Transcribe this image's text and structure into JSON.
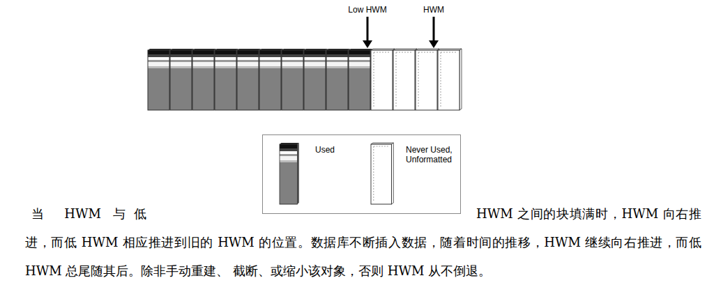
{
  "diagram": {
    "labels": [
      "Low HWM",
      "HWM",
      "当 HWM 与低",
      "HWM 之间的块填满时，HWM 向右推进，而低 HWM 相应推进到旧的 HWM 的位置。数据库不断插入数据，随着时间的推移，HWM 继续向右推进，而低 HWM 总尾随其后。除非手动重建、 截断、或缩小该对象，否则 HWM 从不倒退。"
    ],
    "legend": [
      {
        "text": "Used"
      },
      {
        "text": "Never Used, Unformatted"
      }
    ]
  }
}
